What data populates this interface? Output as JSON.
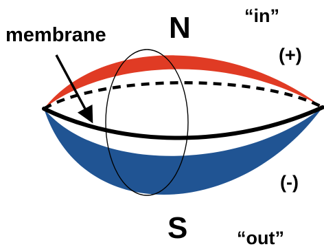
{
  "labels": {
    "membrane": "membrane",
    "north": "N",
    "inside": "“in”",
    "positive": "(+)",
    "negative": "(-)",
    "south": "S",
    "outside": "“out”"
  },
  "colors": {
    "north_band": "#e03b24",
    "south_band": "#205493",
    "lines": "#000000",
    "background": "#ffffff"
  }
}
